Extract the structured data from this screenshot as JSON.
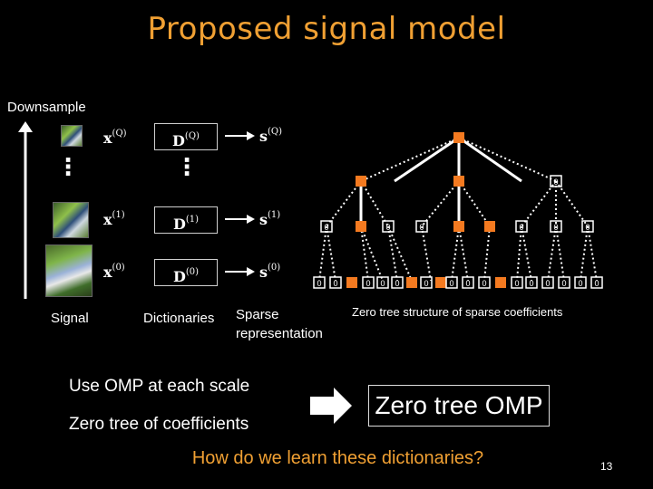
{
  "title": "Proposed signal model",
  "downsample_label": "Downsample",
  "signal_label": "Signal",
  "dictionaries_label": "Dictionaries",
  "sparse_label_line1": "Sparse",
  "sparse_label_line2": "representation",
  "zero_tree_caption": "Zero tree structure of sparse coefficients",
  "omp_text": "Use OMP at each scale",
  "zero_tree_coeff_text": "Zero tree of coefficients",
  "zero_tree_omp": "Zero tree OMP",
  "question": "How do we learn these dictionaries?",
  "page_number": "13",
  "ellipsis": "⋮",
  "rows": [
    {
      "x_sup": "(Q)",
      "d_sup": "(Q)",
      "s_sup": "(Q)"
    },
    {
      "x_sup": "(1)",
      "d_sup": "(1)",
      "s_sup": "(1)"
    },
    {
      "x_sup": "(0)",
      "d_sup": "(0)",
      "s_sup": "(0)"
    }
  ],
  "math_symbols": {
    "x": "x",
    "D": "D",
    "s": "s"
  },
  "zero_label": "0",
  "colors": {
    "accent": "#f0a033",
    "node": "#f47a20",
    "background": "#000000"
  },
  "icons": {
    "arrow": "right-arrow-icon"
  }
}
